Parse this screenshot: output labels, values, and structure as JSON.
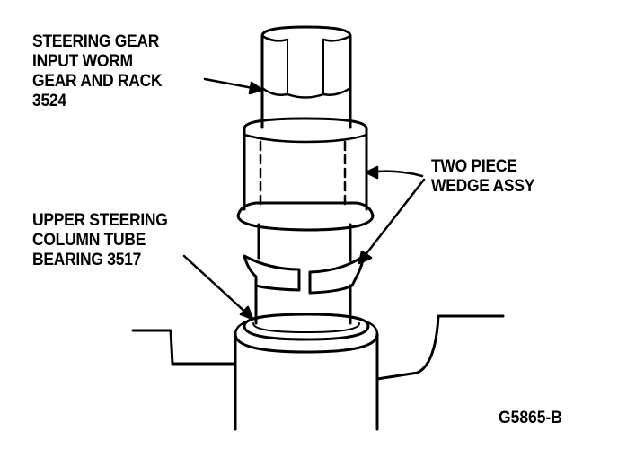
{
  "labels": {
    "gear": [
      "STEERING GEAR",
      "INPUT WORM",
      "GEAR AND RACK",
      "3524"
    ],
    "wedge": [
      "TWO PIECE",
      "WEDGE ASSY"
    ],
    "bearing": [
      "UPPER STEERING",
      "COLUMN TUBE",
      "BEARING 3517"
    ]
  },
  "figure_id": "G5865-B"
}
